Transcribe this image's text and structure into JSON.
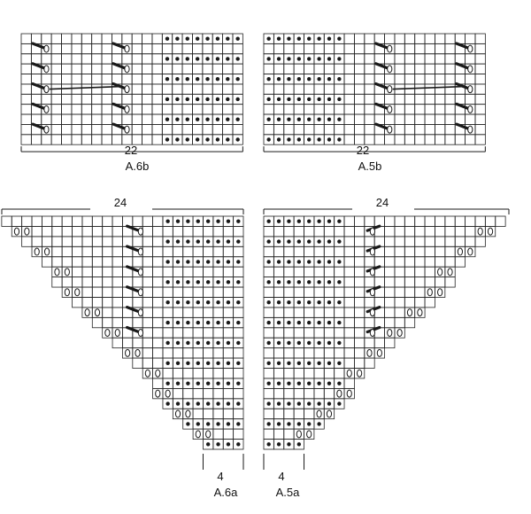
{
  "charts": [
    {
      "id": "A.6b",
      "name_label": "A.6b",
      "width_label": "22",
      "cols": 22,
      "rows": 11,
      "shape": "rect",
      "lace": "left"
    },
    {
      "id": "A.5b",
      "name_label": "A.5b",
      "width_label": "22",
      "cols": 22,
      "rows": 11,
      "shape": "rect",
      "lace": "right"
    },
    {
      "id": "A.6a",
      "name_label": "A.6a",
      "width_label": "24",
      "bottom_width_label": "4",
      "cols": 24,
      "rows": 23,
      "shape": "triangle",
      "narrow_side": "right",
      "lace": "left"
    },
    {
      "id": "A.5a",
      "name_label": "A.5a",
      "width_label": "24",
      "bottom_width_label": "4",
      "cols": 24,
      "rows": 23,
      "shape": "triangle",
      "narrow_side": "left",
      "lace": "right"
    }
  ],
  "symbols": {
    "purl": "filled-dot-icon",
    "yarn_over": "yarn-over-icon",
    "cable": "diagonal-cable-icon"
  },
  "colors": {
    "ink": "#1a1a1a",
    "grid": "#222222",
    "background": "#ffffff"
  }
}
